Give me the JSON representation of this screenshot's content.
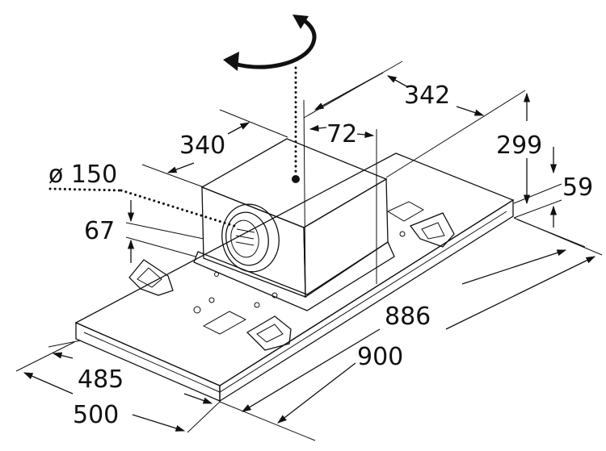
{
  "dimensions": {
    "d342": "342",
    "d340": "340",
    "d72": "72",
    "d299": "299",
    "d59": "59",
    "d150": "ø 150",
    "d67": "67",
    "d886": "886",
    "d900": "900",
    "d485": "485",
    "d500": "500"
  },
  "colors": {
    "line": "#111111",
    "box_face_left": "#e2e2e2",
    "box_face_right": "#ececec",
    "box_top": "#f4f4f4",
    "panel_top": "#f2f2f2",
    "panel_front": "#e6e6e6"
  }
}
